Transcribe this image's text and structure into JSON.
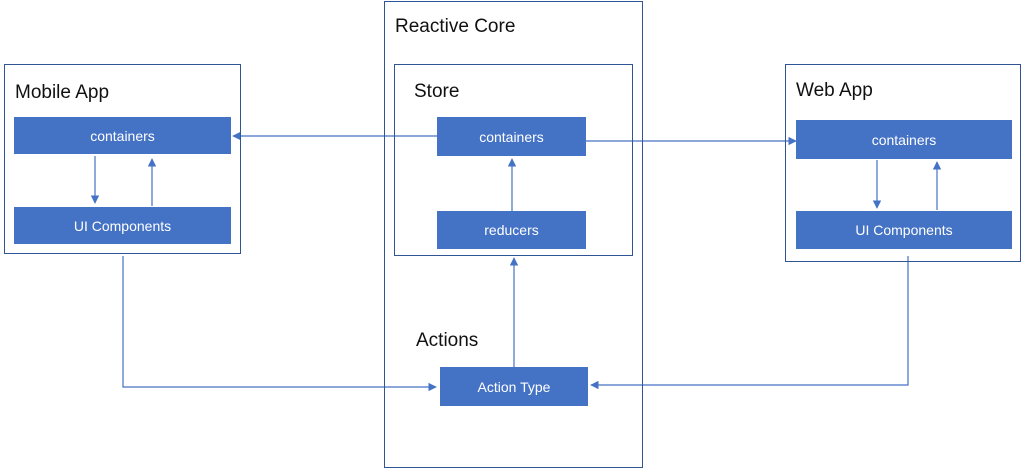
{
  "colors": {
    "node_fill": "#4472c4",
    "node_text": "#ffffff",
    "border": "#2f5597",
    "connector": "#4472c4",
    "title_text": "#111111"
  },
  "mobile_app": {
    "title": "Mobile App",
    "containers_label": "containers",
    "ui_components_label": "UI Components"
  },
  "reactive_core": {
    "title": "Reactive Core",
    "store": {
      "title": "Store",
      "containers_label": "containers",
      "reducers_label": "reducers"
    },
    "actions": {
      "title": "Actions",
      "action_type_label": "Action Type"
    }
  },
  "web_app": {
    "title": "Web App",
    "containers_label": "containers",
    "ui_components_label": "UI Components"
  }
}
